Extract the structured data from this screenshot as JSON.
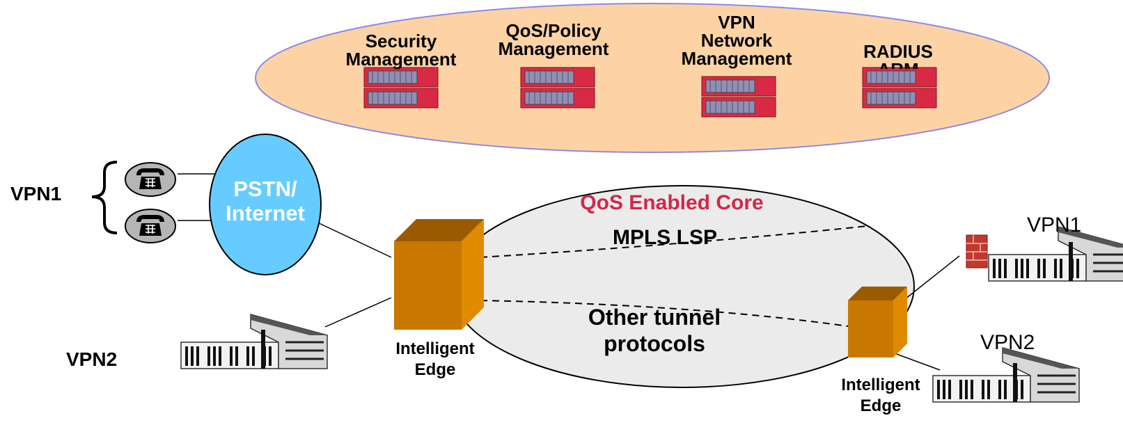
{
  "management": {
    "items": [
      {
        "title_line1": "Security",
        "title_line2": "Management",
        "title_line3": ""
      },
      {
        "title_line1": "QoS/Policy",
        "title_line2": "Management",
        "title_line3": ""
      },
      {
        "title_line1": "VPN",
        "title_line2": "Network",
        "title_line3": "Management"
      },
      {
        "title_line1": "RADIUS",
        "title_line2": "ARM",
        "title_line3": ""
      }
    ]
  },
  "left": {
    "vpn1_label": "VPN1",
    "vpn2_label": "VPN2",
    "cloud_line1": "PSTN/",
    "cloud_line2": "Internet"
  },
  "core": {
    "title": "QoS Enabled Core",
    "lsp_label": "MPLS LSP",
    "tunnel_line1": "Other tunnel",
    "tunnel_line2": "protocols"
  },
  "edges": {
    "left_line1": "Intelligent",
    "left_line2": "Edge",
    "right_line1": "Intelligent",
    "right_line2": "Edge"
  },
  "right": {
    "vpn1_label": "VPN1",
    "vpn2_label": "VPN2"
  },
  "colors": {
    "mgmt_fill": "#fdd3a5",
    "mgmt_stroke": "#8a8ae6",
    "cloud_fill": "#66ccff",
    "core_fill": "#ebebeb",
    "core_title": "#d2274a",
    "box_front": "#c87800",
    "box_top": "#9a5a00",
    "box_side": "#e08a00",
    "server_red": "#d92a45"
  }
}
